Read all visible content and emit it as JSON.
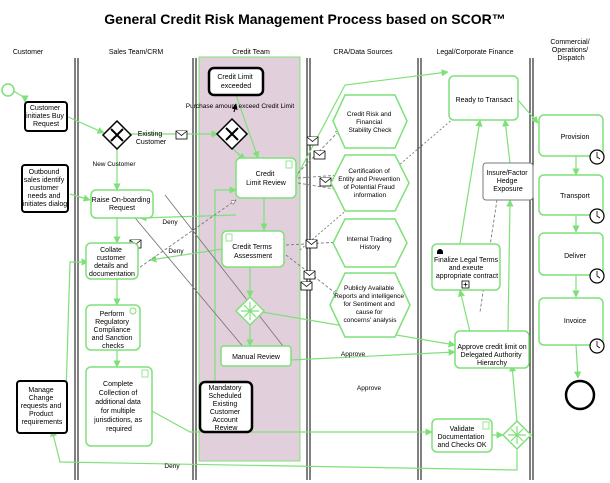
{
  "title": "General Credit Risk Management Process based on SCOR™",
  "lanes": [
    {
      "id": "customer",
      "label": "Customer"
    },
    {
      "id": "sales",
      "label": "Sales Team/CRM"
    },
    {
      "id": "credit",
      "label": "Credit Team"
    },
    {
      "id": "cra",
      "label": "CRA/Data Sources"
    },
    {
      "id": "legal",
      "label": "Legal/Corporate Finance"
    },
    {
      "id": "commercial",
      "label": [
        "Commercial/",
        "Operations/",
        "Dispatch"
      ]
    }
  ],
  "nodes": {
    "customer_buy_request": [
      "Customer",
      "initiates Buy",
      "Request"
    ],
    "outbound_sales": [
      "Outbound",
      "sales identify",
      "customer",
      "needs and",
      "initiates dialog"
    ],
    "manage_change": [
      "Manage",
      "Change",
      "requests and",
      "Product",
      "requirements"
    ],
    "raise_onboarding": [
      "Raise On-boarding",
      "Request"
    ],
    "collate_details": [
      "Collate",
      "customer",
      "details and",
      "documentation"
    ],
    "perform_regulatory": [
      "Perform",
      "Regulatory",
      "Compliance",
      "and Sanction",
      "checks"
    ],
    "complete_collection": [
      "Complete",
      "Collection of",
      "additional data",
      "for multiple",
      "jurisdictions, as",
      "required"
    ],
    "credit_limit_exceeded": [
      "Credit Limit",
      "exceeded"
    ],
    "credit_limit_review": [
      "Credit",
      "Limit Review"
    ],
    "credit_terms_assessment": [
      "Credit Terms",
      "Assessment"
    ],
    "manual_review": [
      "Manual Review"
    ],
    "mandatory_review": [
      "Mandatory",
      "Scheduled",
      "Existing",
      "Customer",
      "Account",
      "Review"
    ],
    "hex_credit_risk": [
      "Credit Risk and",
      "Financial",
      "Stability Check"
    ],
    "hex_certification": [
      "Certification of",
      "Entity and Prevention",
      "of Potential Fraud",
      "information"
    ],
    "hex_internal_trading": [
      "Internal Trading",
      "History"
    ],
    "hex_public_reports": [
      "Publicly Available",
      "Reports and intelligence",
      "for Sentiment and",
      "cause for",
      "concerns' analysis"
    ],
    "ready_to_transact": [
      "Ready to Transact"
    ],
    "insure_hedge": [
      "Insure/Factor",
      "Hedge",
      "Exposure"
    ],
    "finalize_legal": [
      "Finalize Legal Terms",
      "and exeute",
      "appropriate contract"
    ],
    "approve_credit_limit": [
      "Approve credit limit on",
      "Delegated Authority",
      "Hierarchy"
    ],
    "validate_docs": [
      "Validate",
      "Documentation",
      "and Checks OK"
    ],
    "provision": [
      "Provision"
    ],
    "transport": [
      "Transport"
    ],
    "deliver": [
      "Deliver"
    ],
    "invoice": [
      "Invoice"
    ]
  },
  "edge_labels": {
    "existing_customer": [
      "Existing",
      "Customer"
    ],
    "new_customer": "New Customer",
    "purchase_exceed": "Purchase amount exceed Credit Limit",
    "deny_1": "Deny",
    "deny_2": "Deny",
    "deny_bottom": "Deny",
    "approve_1": "Approve",
    "approve_2": "Approve"
  },
  "colors": {
    "accent": "#7fe07a",
    "credit_lane_fill": "#e2cfdc",
    "lane_line": "#000000",
    "text": "#000000"
  }
}
